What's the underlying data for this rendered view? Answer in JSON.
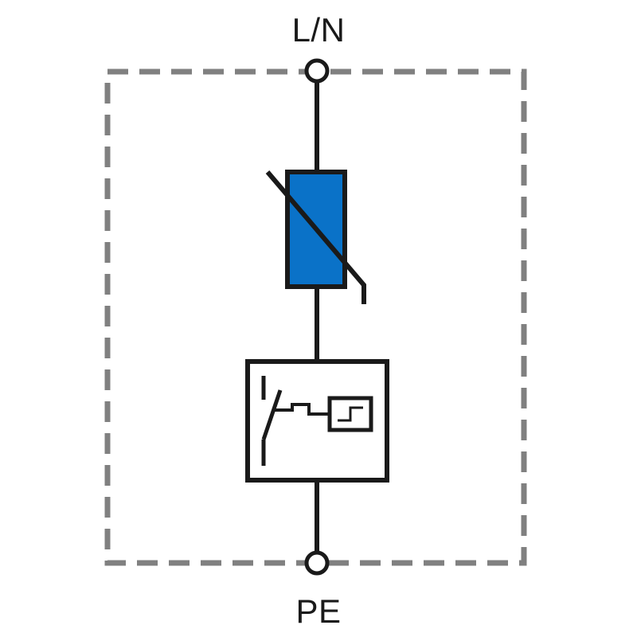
{
  "terminals": {
    "top_label": "L/N",
    "bottom_label": "PE"
  },
  "components": {
    "varistor": {
      "icon": "varistor-symbol",
      "fill_color": "#0a72c8"
    },
    "disconnector": {
      "icon": "thermal-disconnector-symbol"
    }
  },
  "colors": {
    "wire": "#1a1a1a",
    "enclosure_border": "#808080",
    "varistor_fill": "#0a72c8"
  }
}
